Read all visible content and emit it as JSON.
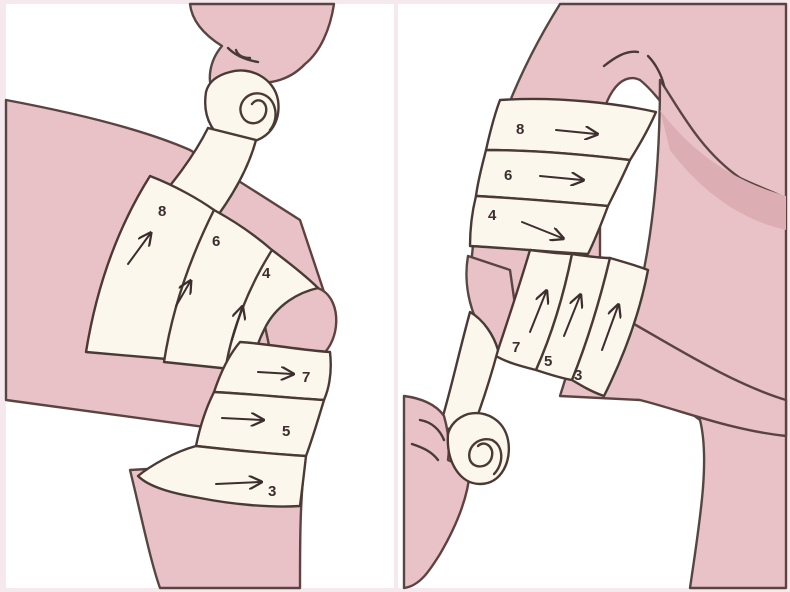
{
  "figure": {
    "left_panel": {
      "labels": [
        {
          "id": "l8",
          "text": "8"
        },
        {
          "id": "l6",
          "text": "6"
        },
        {
          "id": "l4",
          "text": "4"
        },
        {
          "id": "l7",
          "text": "7"
        },
        {
          "id": "l5",
          "text": "5"
        },
        {
          "id": "l3",
          "text": "3"
        }
      ]
    },
    "right_panel": {
      "labels": [
        {
          "id": "r8",
          "text": "8"
        },
        {
          "id": "r6",
          "text": "6"
        },
        {
          "id": "r4",
          "text": "4"
        },
        {
          "id": "r7",
          "text": "7"
        },
        {
          "id": "r5",
          "text": "5"
        },
        {
          "id": "r3",
          "text": "3"
        }
      ]
    }
  }
}
